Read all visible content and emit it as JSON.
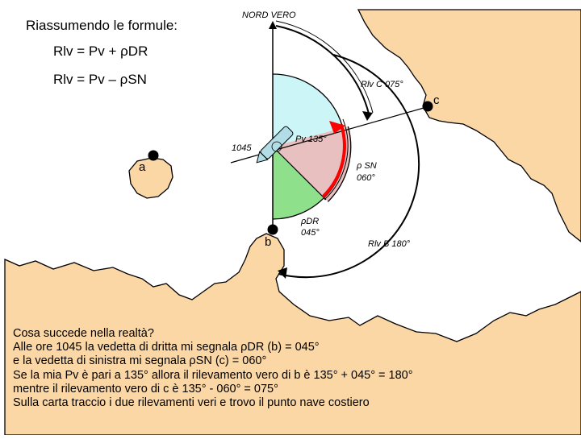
{
  "formulas": {
    "heading": "Riassumendo le formule:",
    "rlv_dr": "Rlv = Pv + ρDR",
    "rlv_sn": "Rlv = Pv – ρSN"
  },
  "labels": {
    "north": "NORD VERO",
    "rlv_c": "Rlv C 075°",
    "point_c": "c",
    "point_a": "a",
    "point_b": "b",
    "time": "1045",
    "pv": "Pv 135°",
    "rho_sn": "ρ SN",
    "rho_sn_value": "060°",
    "rho_dr": "ρDR",
    "rho_dr_value": "045°",
    "rlv_b": "Rlv B 180°"
  },
  "explanation": [
    "Cosa succede nella realtà?",
    "Alle ore 1045 la vedetta di dritta mi segnala ρDR (b) = 045°",
    "e la vedetta di sinistra mi segnala ρSN (c) = 060°",
    "Se la mia Pv è pari a 135° allora il rilevamento vero di b è 135° + 045° = 180°",
    "mentre il rilevamento vero di c è 135° - 060° = 075°",
    "Sulla carta traccio i due rilevamenti veri e trovo il punto nave costiero"
  ],
  "colors": {
    "land": "#fbd7a6",
    "sector_north": "#ccf5f8",
    "sector_sn": "#e8c0c0",
    "sector_dr": "#8fe08a",
    "ship": "#b3dde6",
    "red_arc": "#ff0000"
  }
}
